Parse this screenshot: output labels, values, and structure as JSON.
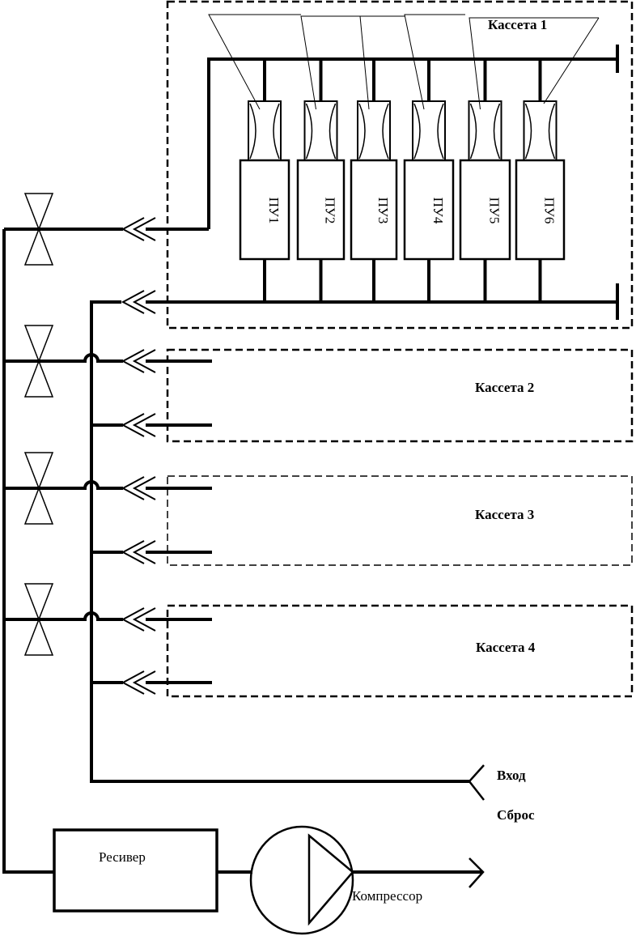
{
  "cassettes": [
    {
      "label": "Кассета 1"
    },
    {
      "label": "Кассета 2"
    },
    {
      "label": "Кассета 3"
    },
    {
      "label": "Кассета 4"
    }
  ],
  "units": [
    "ПУ1",
    "ПУ2",
    "ПУ3",
    "ПУ4",
    "ПУ5",
    "ПУ6"
  ],
  "receiver": {
    "label": "Ресивер"
  },
  "compressor": {
    "label": "Компрессор"
  },
  "inlet": {
    "label": "Вход"
  },
  "discharge": {
    "label": "Сброс"
  }
}
